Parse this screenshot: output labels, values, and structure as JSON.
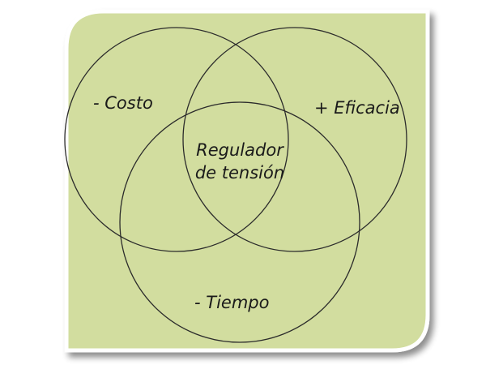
{
  "diagram": {
    "type": "venn",
    "background_color": "#d2dd9f",
    "circles": [
      {
        "label": "- Costo"
      },
      {
        "label": "+ Eficacia"
      },
      {
        "label": "- Tiempo"
      }
    ],
    "center": {
      "line1": "Regulador",
      "line2": "de tensión"
    }
  }
}
